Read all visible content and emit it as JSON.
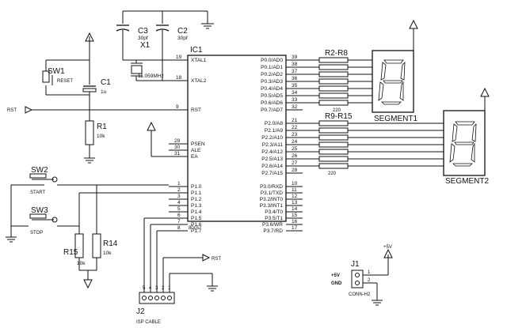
{
  "ic": {
    "ref": "IC1",
    "part": "80c52",
    "left_pins": [
      {
        "name": "XTAL1",
        "num": "19"
      },
      {
        "name": "XTAL2",
        "num": "18"
      },
      {
        "name": "RST",
        "num": "9"
      },
      {
        "name": "PSEN",
        "num": "29"
      },
      {
        "name": "ALE",
        "num": "30"
      },
      {
        "name": "EA",
        "num": "31"
      },
      {
        "name": "P1.0",
        "num": "1"
      },
      {
        "name": "P1.1",
        "num": "2"
      },
      {
        "name": "P1.2",
        "num": "3"
      },
      {
        "name": "P1.3",
        "num": "4"
      },
      {
        "name": "P1.4",
        "num": "5"
      },
      {
        "name": "P1.5",
        "num": "6"
      },
      {
        "name": "P1.6",
        "num": "7"
      },
      {
        "name": "P1.7",
        "num": "8"
      }
    ],
    "right_pins": [
      {
        "name": "P0.0/AD0",
        "num": "39"
      },
      {
        "name": "P0.1/AD1",
        "num": "38"
      },
      {
        "name": "P0.2/AD2",
        "num": "37"
      },
      {
        "name": "P0.3/AD3",
        "num": "36"
      },
      {
        "name": "P0.4/AD4",
        "num": "35"
      },
      {
        "name": "P0.5/AD5",
        "num": "34"
      },
      {
        "name": "P0.6/AD6",
        "num": "33"
      },
      {
        "name": "P0.7/AD7",
        "num": "32"
      },
      {
        "name": "P2.0/A8",
        "num": "21"
      },
      {
        "name": "P2.1/A9",
        "num": "22"
      },
      {
        "name": "P2.2/A10",
        "num": "23"
      },
      {
        "name": "P2.3/A11",
        "num": "24"
      },
      {
        "name": "P2.4/A12",
        "num": "25"
      },
      {
        "name": "P2.5/A13",
        "num": "26"
      },
      {
        "name": "P2.6/A14",
        "num": "27"
      },
      {
        "name": "P2.7/A15",
        "num": "28"
      },
      {
        "name": "P3.0/RXD",
        "num": "10"
      },
      {
        "name": "P3.1/TXD",
        "num": "11"
      },
      {
        "name": "P3.2/INT0",
        "num": "12"
      },
      {
        "name": "P3.3/INT1",
        "num": "13"
      },
      {
        "name": "P3.4/T0",
        "num": "14"
      },
      {
        "name": "P3.5/T1",
        "num": "15"
      },
      {
        "name": "P3.6/WR",
        "num": "16"
      },
      {
        "name": "P3.7/RD",
        "num": "17"
      }
    ]
  },
  "crystal": {
    "ref": "X1",
    "value": "11.059MHz"
  },
  "caps": {
    "c3": {
      "ref": "C3",
      "value": "30pf"
    },
    "c2": {
      "ref": "C2",
      "value": "30pf"
    },
    "c1": {
      "ref": "C1",
      "value": "1u"
    }
  },
  "sw1": {
    "ref": "SW1",
    "label": "RESET"
  },
  "sw2": {
    "ref": "SW2",
    "label": "START"
  },
  "sw3": {
    "ref": "SW3",
    "label": "STOP"
  },
  "resistors": {
    "r1": {
      "ref": "R1",
      "value": "10k"
    },
    "r15": {
      "ref": "R15",
      "value": "10k"
    },
    "r14": {
      "ref": "R14",
      "value": "10k"
    }
  },
  "arrays": {
    "a1": {
      "ref": "R2-R8",
      "value": "220"
    },
    "a2": {
      "ref": "R9-R15",
      "value": "220"
    }
  },
  "segments": {
    "s1": "SEGMENT1",
    "s2": "SEGMENT2"
  },
  "nets": {
    "rst": "RST",
    "rst2": "RST"
  },
  "isp": {
    "ref": "J2",
    "label": "ISP CABLE",
    "pins": [
      "5",
      "4",
      "3",
      "2",
      "1"
    ]
  },
  "j1": {
    "ref": "J1",
    "part": "CONN-H2",
    "vcc_label": "+5V",
    "gnd_label": "GND",
    "pin1": "1",
    "pin2": "2",
    "supply": "+5V"
  }
}
